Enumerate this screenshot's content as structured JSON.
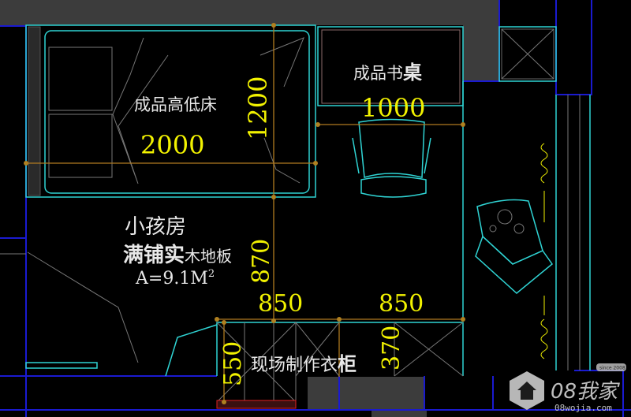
{
  "drawing": {
    "bed_label": "成品高低床",
    "bed_length": "2000",
    "bed_width": "1200",
    "desk_label_a": "成品书",
    "desk_label_b": "桌",
    "desk_length": "1000",
    "room_name": "小孩房",
    "floor_a": "满铺实",
    "floor_b": "木地板",
    "area_label": "A=9.1M",
    "area_sup": "2",
    "dim_870": "870",
    "dim_850_left": "850",
    "dim_850_right": "850",
    "dim_550": "550",
    "dim_370": "370",
    "wardrobe_a": "现场制作衣",
    "wardrobe_b": "柜"
  },
  "watermark": {
    "brand": "08我家",
    "url": "08wojia.com",
    "since": "since 2008"
  },
  "colors": {
    "wall": "#1a1ad0",
    "furniture": "#2fd3d3",
    "dimension": "#f2f200",
    "dimension_line": "#b07a20"
  }
}
